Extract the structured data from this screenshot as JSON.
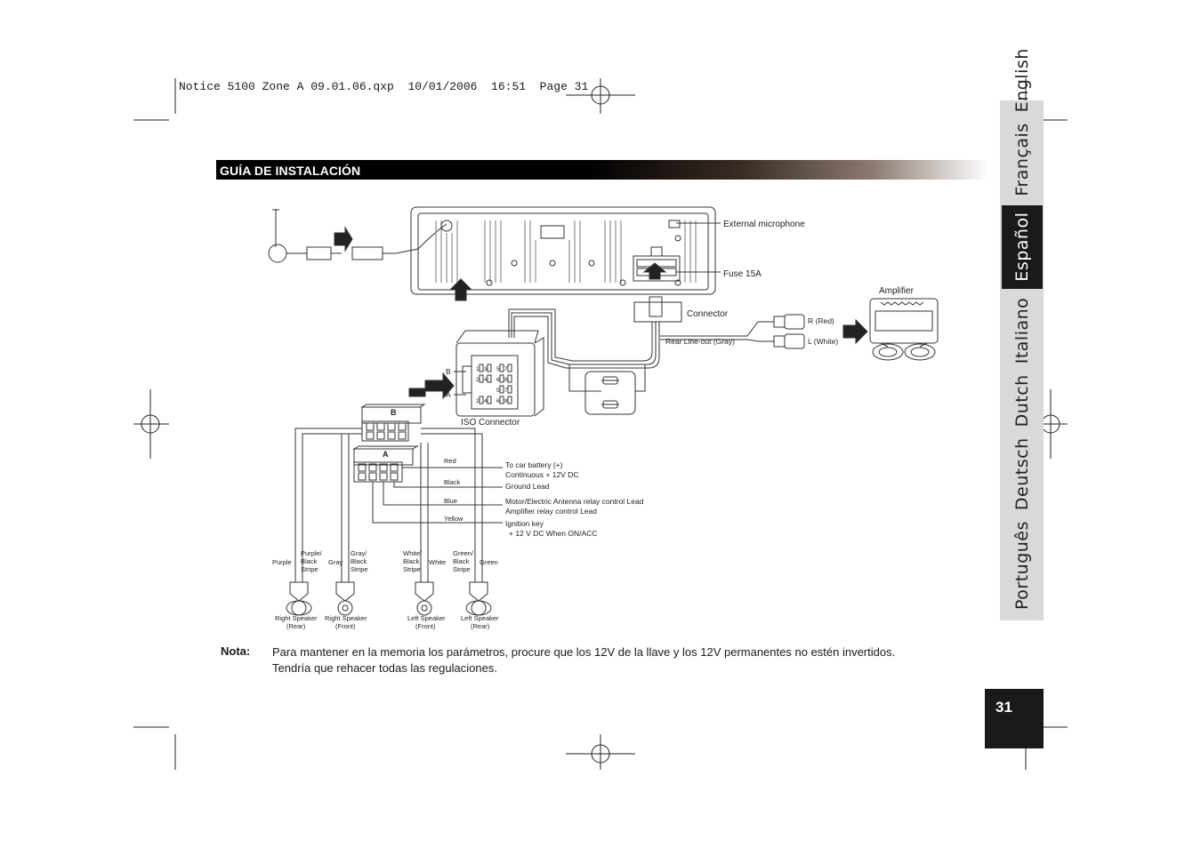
{
  "slug": "Notice 5100 Zone A 09.01.06.qxp  10/01/2006  16:51  Page 31",
  "header": {
    "title": "GUÍA DE INSTALACIÓN"
  },
  "languages": [
    {
      "label": "Português",
      "active": false
    },
    {
      "label": "Deutsch",
      "active": false
    },
    {
      "label": "Dutch",
      "active": false
    },
    {
      "label": "Italiano",
      "active": false
    },
    {
      "label": "Español",
      "active": true
    },
    {
      "label": "Français",
      "active": false
    },
    {
      "label": "English",
      "active": false
    }
  ],
  "page_number": "31",
  "diagram": {
    "external_microphone": "External microphone",
    "fuse": "Fuse 15A",
    "connector": "Connector",
    "rear_line_out": "Rear Line-out (Gray)",
    "amplifier": "Amplifier",
    "r_red": "R (Red)",
    "l_white": "L (White)",
    "iso_connector": "ISO Connector",
    "label_b": "B",
    "label_a": "A",
    "wires": {
      "red": "Red",
      "black": "Black",
      "blue": "Blue",
      "yellow": "Yellow"
    },
    "wire_desc": {
      "battery_1": "To car battery (+)",
      "battery_2": "Continuous  + 12V DC",
      "ground": "Ground Lead",
      "motor": "Motor/Electric Antenna relay control Lead",
      "amp_relay": "Amplifier relay control Lead",
      "ignition_1": "Ignition key",
      "ignition_2": "+ 12 V DC When  ON/ACC"
    },
    "speaker_wires": {
      "purple": "Purple",
      "purple_black_1": "Purple/",
      "purple_black_2": "Black",
      "purple_black_3": "Stripe",
      "gray": "Gray",
      "gray_black_1": "Gray/",
      "gray_black_2": "Black",
      "gray_black_3": "Stripe",
      "white_black_1": "White/",
      "white_black_2": "Black",
      "white_black_3": "Stripe",
      "white": "White",
      "green_black_1": "Green/",
      "green_black_2": "Black",
      "green_black_3": "Stripe",
      "green": "Green"
    },
    "speakers": {
      "rr_1": "Right Speaker",
      "rr_2": "(Rear)",
      "rf_1": "Right Speaker",
      "rf_2": "(Front)",
      "lf_1": "Left Speaker",
      "lf_2": "(Front)",
      "lr_1": "Left Speaker",
      "lr_2": "(Rear)"
    },
    "iso_pins": [
      "1",
      "3",
      "5",
      "7",
      "2",
      "4",
      "6",
      "8",
      "5",
      "7",
      "2",
      "4",
      "6",
      "8"
    ]
  },
  "note": {
    "label": "Nota:",
    "line1": "Para mantener en la memoria los parámetros, procure que los 12V de la llave y los 12V permanentes no estén invertidos.",
    "line2": "Tendría que rehacer todas las regulaciones."
  }
}
